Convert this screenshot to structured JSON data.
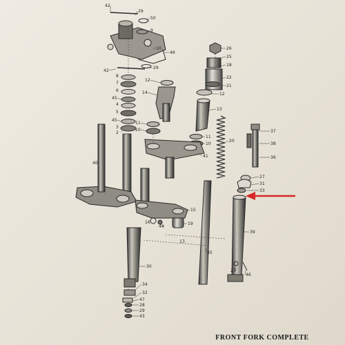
{
  "caption": "FRONT FORK COMPLETE",
  "arrow_color": "#d62828",
  "ink_color": "#2a2a2a",
  "parts": [
    {
      "key": "p42a",
      "label": "42"
    },
    {
      "key": "p29a",
      "label": "29"
    },
    {
      "key": "p50",
      "label": "50"
    },
    {
      "key": "p9",
      "label": "9"
    },
    {
      "key": "p10a",
      "label": "10"
    },
    {
      "key": "p49",
      "label": "49"
    },
    {
      "key": "p42b",
      "label": "42"
    },
    {
      "key": "p29b",
      "label": "29"
    },
    {
      "key": "p8",
      "label": "8"
    },
    {
      "key": "p7",
      "label": "7"
    },
    {
      "key": "p6",
      "label": "6"
    },
    {
      "key": "p45a",
      "label": "45"
    },
    {
      "key": "p4",
      "label": "4"
    },
    {
      "key": "p5",
      "label": "5"
    },
    {
      "key": "p45b",
      "label": "45"
    },
    {
      "key": "p3",
      "label": "3"
    },
    {
      "key": "p2",
      "label": "2"
    },
    {
      "key": "p12a",
      "label": "12"
    },
    {
      "key": "p14",
      "label": "14"
    },
    {
      "key": "p11a",
      "label": "11"
    },
    {
      "key": "p10b",
      "label": "10"
    },
    {
      "key": "p26",
      "label": "26"
    },
    {
      "key": "p25",
      "label": "25"
    },
    {
      "key": "p18",
      "label": "18"
    },
    {
      "key": "p22",
      "label": "22"
    },
    {
      "key": "p21",
      "label": "21"
    },
    {
      "key": "p12b",
      "label": "12"
    },
    {
      "key": "p13",
      "label": "13"
    },
    {
      "key": "p11b",
      "label": "11"
    },
    {
      "key": "p10c",
      "label": "10"
    },
    {
      "key": "p41",
      "label": "41"
    },
    {
      "key": "p20",
      "label": "20"
    },
    {
      "key": "p37",
      "label": "37"
    },
    {
      "key": "p38",
      "label": "38"
    },
    {
      "key": "p36",
      "label": "36"
    },
    {
      "key": "p27",
      "label": "27"
    },
    {
      "key": "p31",
      "label": "31"
    },
    {
      "key": "p33",
      "label": "33"
    },
    {
      "key": "p40",
      "label": "40"
    },
    {
      "key": "p15",
      "label": "15"
    },
    {
      "key": "p16",
      "label": "16"
    },
    {
      "key": "p44",
      "label": "44"
    },
    {
      "key": "p19",
      "label": "19"
    },
    {
      "key": "p17",
      "label": "17"
    },
    {
      "key": "p35",
      "label": "35"
    },
    {
      "key": "p39",
      "label": "39"
    },
    {
      "key": "p30",
      "label": "30"
    },
    {
      "key": "p23",
      "label": "23"
    },
    {
      "key": "p46",
      "label": "46"
    },
    {
      "key": "p34",
      "label": "34"
    },
    {
      "key": "p32",
      "label": "32"
    },
    {
      "key": "p47",
      "label": "47"
    },
    {
      "key": "p28",
      "label": "28"
    },
    {
      "key": "p29c",
      "label": "29"
    },
    {
      "key": "p43",
      "label": "43"
    }
  ]
}
